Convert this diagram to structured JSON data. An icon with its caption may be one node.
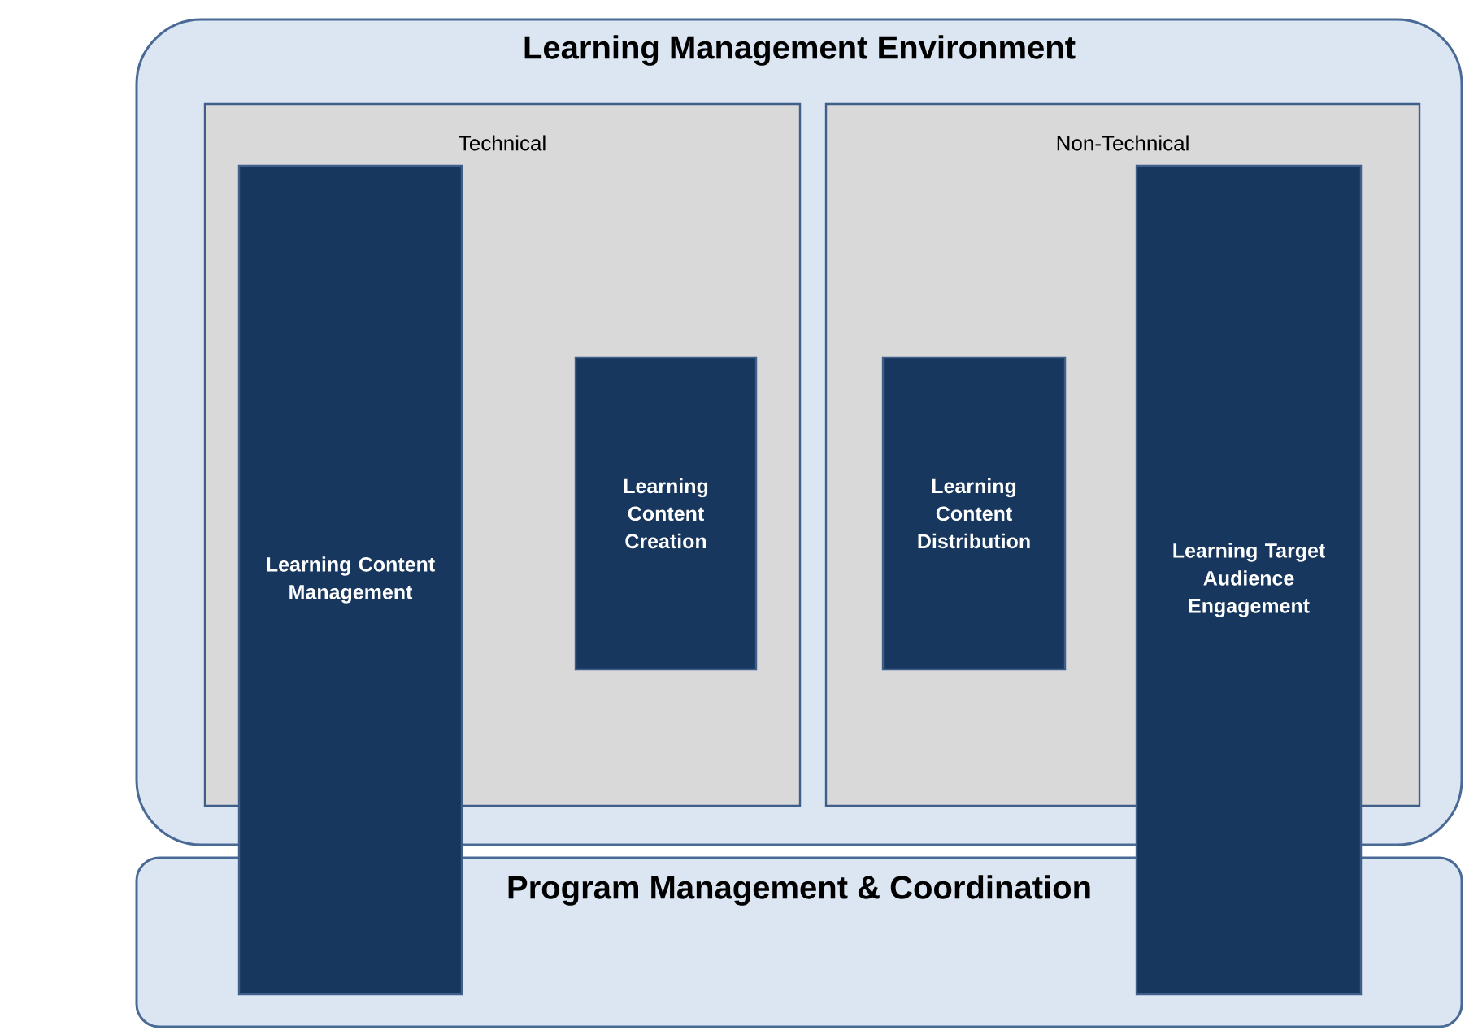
{
  "diagram": {
    "nodes": [
      {
        "text": [
          "Learning Management Environment"
        ]
      },
      {
        "text": [
          "Technical"
        ],
        "in": 0
      },
      {
        "text": [
          "Learning Content Management"
        ]
      },
      {
        "text": [
          "Learning Content Creation"
        ],
        "in": 1
      },
      {
        "text": [
          "Non-Technical"
        ],
        "in": 0
      },
      {
        "text": [
          "Learning Content Distribution"
        ],
        "in": 4
      },
      {
        "text": [
          "Learning Target Audience Engagement"
        ]
      },
      {
        "text": [
          "Program Management & Coordination"
        ]
      }
    ]
  }
}
